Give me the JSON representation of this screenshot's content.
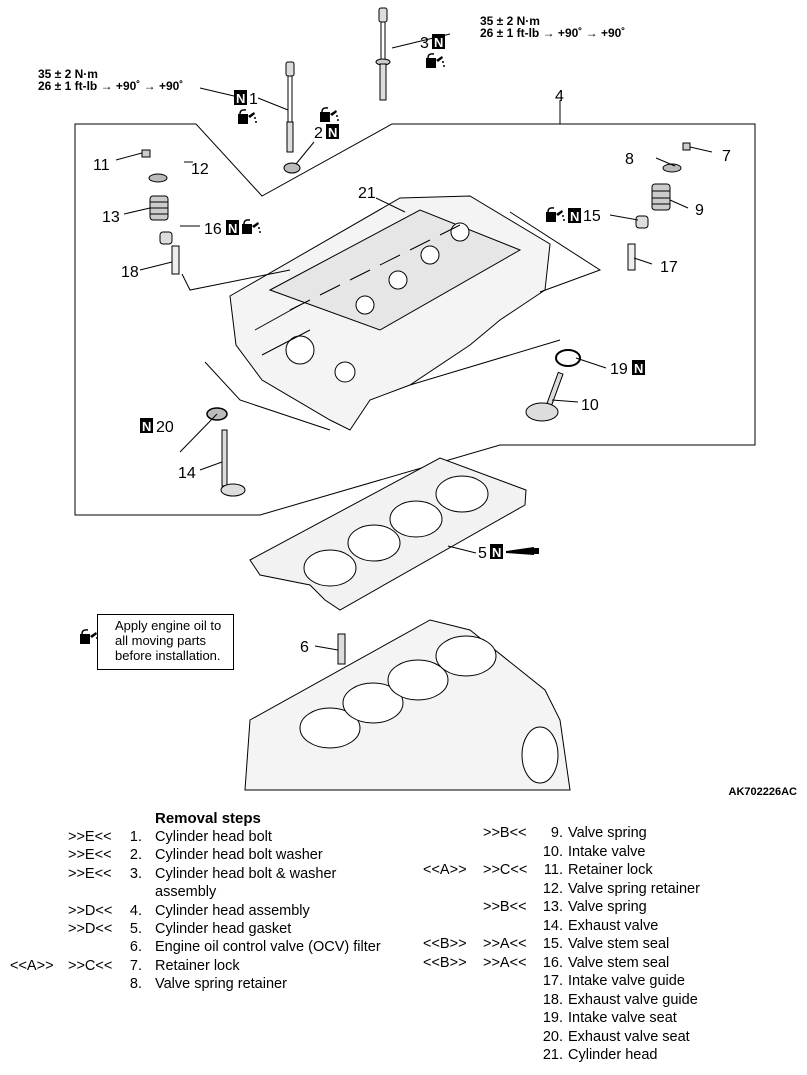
{
  "figure_code": "AK702226AC",
  "torque": {
    "bolt1": {
      "line1": "35 ± 2 N·m",
      "line2": "26 ± 1 ft-lb → +90˚ → +90˚"
    },
    "bolt3": {
      "line1": "35 ± 2 N·m",
      "line2": "26 ± 1 ft-lb → +90˚ → +90˚"
    }
  },
  "new_part_mark": "N",
  "callouts": {
    "c1": "1",
    "c2": "2",
    "c3": "3",
    "c4": "4",
    "c5": "5",
    "c6": "6",
    "c7": "7",
    "c8": "8",
    "c9": "9",
    "c10": "10",
    "c11": "11",
    "c12": "12",
    "c13": "13",
    "c14": "14",
    "c15": "15",
    "c16": "16",
    "c17": "17",
    "c18": "18",
    "c19": "19",
    "c20": "20",
    "c21": "21"
  },
  "note": {
    "text": "Apply engine oil to all moving parts before installation."
  },
  "removal_steps": {
    "title": "Removal steps",
    "left": [
      {
        "c1": "",
        "c2": ">>E<<",
        "num": "1.",
        "text": "Cylinder head bolt"
      },
      {
        "c1": "",
        "c2": ">>E<<",
        "num": "2.",
        "text": "Cylinder head bolt washer"
      },
      {
        "c1": "",
        "c2": ">>E<<",
        "num": "3.",
        "text": "Cylinder head bolt & washer"
      },
      {
        "c1": "",
        "c2": "",
        "num": "",
        "text": "assembly"
      },
      {
        "c1": "",
        "c2": ">>D<<",
        "num": "4.",
        "text": "Cylinder head assembly"
      },
      {
        "c1": "",
        "c2": ">>D<<",
        "num": "5.",
        "text": "Cylinder head gasket"
      },
      {
        "c1": "",
        "c2": "",
        "num": "6.",
        "text": "Engine oil control valve (OCV) filter"
      },
      {
        "c1": "<<A>>",
        "c2": ">>C<<",
        "num": "7.",
        "text": "Retainer lock"
      },
      {
        "c1": "",
        "c2": "",
        "num": "8.",
        "text": "Valve spring retainer"
      }
    ],
    "right": [
      {
        "c1": "",
        "c2": ">>B<<",
        "num": "9.",
        "text": "Valve spring"
      },
      {
        "c1": "",
        "c2": "",
        "num": "10.",
        "text": "Intake valve"
      },
      {
        "c1": "<<A>>",
        "c2": ">>C<<",
        "num": "11.",
        "text": "Retainer lock"
      },
      {
        "c1": "",
        "c2": "",
        "num": "12.",
        "text": "Valve spring retainer"
      },
      {
        "c1": "",
        "c2": ">>B<<",
        "num": "13.",
        "text": "Valve spring"
      },
      {
        "c1": "",
        "c2": "",
        "num": "14.",
        "text": "Exhaust valve"
      },
      {
        "c1": "<<B>>",
        "c2": ">>A<<",
        "num": "15.",
        "text": "Valve stem seal"
      },
      {
        "c1": "<<B>>",
        "c2": ">>A<<",
        "num": "16.",
        "text": "Valve stem seal"
      },
      {
        "c1": "",
        "c2": "",
        "num": "17.",
        "text": "Intake valve guide"
      },
      {
        "c1": "",
        "c2": "",
        "num": "18.",
        "text": "Exhaust valve guide"
      },
      {
        "c1": "",
        "c2": "",
        "num": "19.",
        "text": "Intake valve seat"
      },
      {
        "c1": "",
        "c2": "",
        "num": "20.",
        "text": "Exhaust valve seat"
      },
      {
        "c1": "",
        "c2": "",
        "num": "21.",
        "text": "Cylinder head"
      }
    ]
  }
}
